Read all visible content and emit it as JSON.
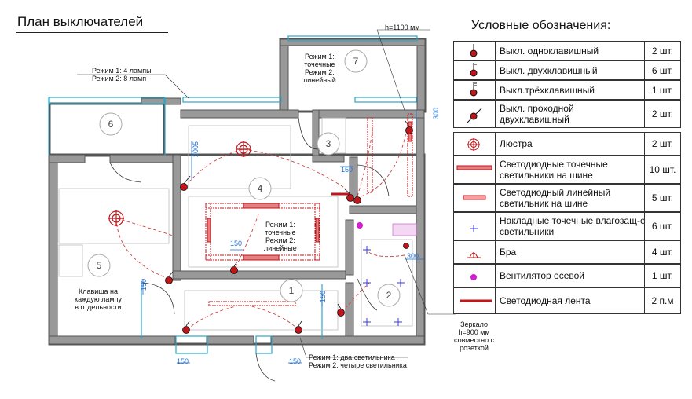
{
  "title": "План выключателей",
  "legend": {
    "title": "Условные обозначения:",
    "items": [
      {
        "icon": "single-switch-icon",
        "label": "Выкл. одноклавишный",
        "qty": "2 шт."
      },
      {
        "icon": "double-switch-icon",
        "label": "Выкл. двухклавишный",
        "qty": "6 шт."
      },
      {
        "icon": "triple-switch-icon",
        "label": "Выкл.трёхклавишный",
        "qty": "1 шт."
      },
      {
        "icon": "passthrough-switch-icon",
        "label": "Выкл. проходной двухклавишный",
        "qty": "2 шт."
      },
      {
        "icon": "chandelier-icon",
        "label": "Люстра",
        "qty": "2 шт."
      },
      {
        "icon": "led-spot-rail-icon",
        "label": "Светодиодные точечные светильники на шине",
        "qty": "10 шт."
      },
      {
        "icon": "led-linear-rail-icon",
        "label": "Светодиодный линейный светильник на шине",
        "qty": "5 шт."
      },
      {
        "icon": "waterproof-light-icon",
        "label": "Накладные точечные влагозащ-е светильники",
        "qty": "6 шт."
      },
      {
        "icon": "sconce-icon",
        "label": "Бра",
        "qty": "4 шт."
      },
      {
        "icon": "axial-fan-icon",
        "label": "Вентилятор осевой",
        "qty": "1 шт."
      },
      {
        "icon": "led-strip-icon",
        "label": "Светодиодная лента",
        "qty": "2 п.м"
      }
    ]
  },
  "rooms": [
    "1",
    "2",
    "3",
    "4",
    "5",
    "6",
    "7"
  ],
  "notes": {
    "lamps_mode_1": "Режим 1: 4 лампы",
    "lamps_mode_2": "Режим 2: 8 ламп",
    "height_top": "h=1100 мм",
    "room7_mode_1": "Режим 1:",
    "room7_mode_1b": "точечные",
    "room7_mode_2": "Режим 2:",
    "room7_mode_2b": "линейный",
    "room4_mode_1": "Режим 1:",
    "room4_mode_1b": "точечные",
    "room4_mode_2": "Режим 2:",
    "room4_mode_2b": "линейные",
    "key_1": "Клавиша на",
    "key_2": "каждую лампу",
    "key_3": "в отдельности",
    "mirror_1": "Зеркало",
    "mirror_2": "h=900 мм",
    "mirror_3": "совместно с",
    "mirror_4": "розеткой",
    "bottom_mode_1": "Режим 1: два светильника",
    "bottom_mode_2": "Режим 2: четыре светильника"
  },
  "dimensions": [
    "2005",
    "300",
    "150",
    "150",
    "300",
    "150",
    "150",
    "150",
    "150"
  ],
  "colors": {
    "walls": "#555555",
    "switch": "#c0151b",
    "wiring": "#d04040",
    "dims": "#1f6fd1",
    "fixture_pink": "#e58080",
    "fan": "#d21fd2",
    "spot_blue": "#3a3ad8"
  }
}
